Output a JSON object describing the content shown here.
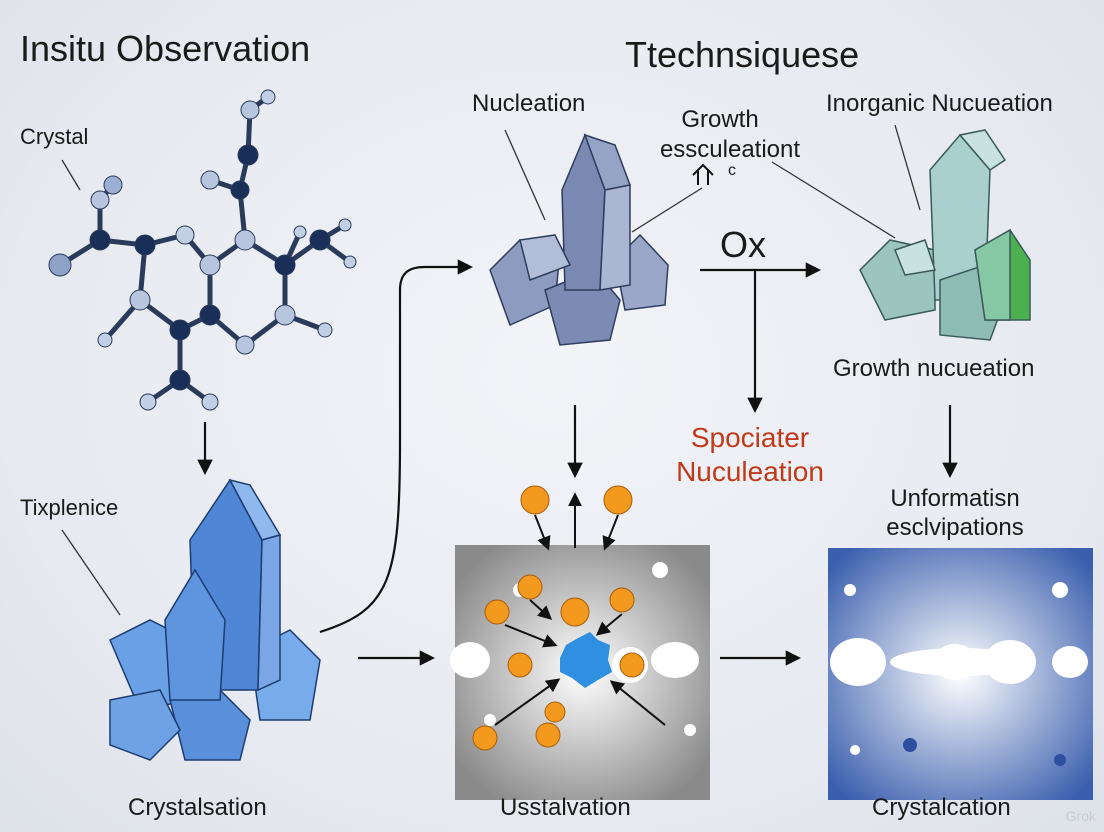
{
  "titles": {
    "left": "Insitu Observation",
    "right": "Ttechnsiquese"
  },
  "labels": {
    "crystal": "Crystal",
    "nucleation": "Nucleation",
    "growth_line1": "Growth",
    "growth_line2": "essculeationt",
    "growth_symbol": "c",
    "inorganic": "Inorganic Nucueation",
    "ox": "Ox",
    "growth_nucueation": "Growth nucueation",
    "spociater_line1": "Spociater",
    "spociater_line2": "Nuculeation",
    "tixplenice": "Tixplenice",
    "unformatisn": "Unformatisn",
    "esclvipations": "esclvipations",
    "crystalsation": "Crystalsation",
    "usstalvation": "Usstalvation",
    "crystalcation": "Crystalcation"
  },
  "watermark": "Grok",
  "colors": {
    "navy": "#1f3a66",
    "steel": "#7b8cb0",
    "blue": "#4f86d6",
    "teal": "#7fb3ad",
    "green": "#4caf50",
    "orange": "#f39a1e",
    "core": "#2f8fe0",
    "accent_red": "#c0391b"
  }
}
